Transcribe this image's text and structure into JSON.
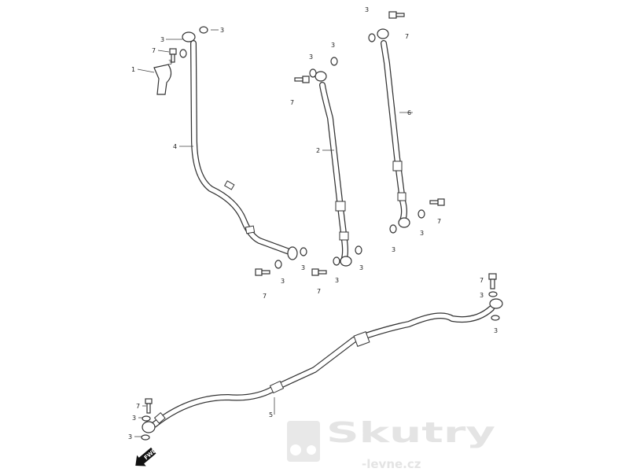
{
  "diagram": {
    "callouts": [
      "1",
      "3",
      "7",
      "3",
      "3",
      "4",
      "3",
      "3",
      "7",
      "2",
      "3",
      "7",
      "6",
      "7",
      "3",
      "3",
      "7",
      "3",
      "3",
      "7",
      "3",
      "3",
      "7",
      "3",
      "3",
      "5",
      "7",
      "3",
      "3"
    ],
    "direction_label": "FWD",
    "watermark": {
      "line1": "Skutry",
      "line2": "-levne.cz"
    }
  }
}
